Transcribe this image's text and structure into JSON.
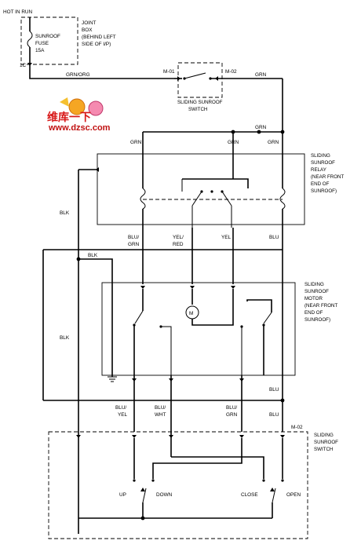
{
  "power": {
    "hot_in_run": "HOT IN RUN",
    "fuse_line1": "SUNROOF",
    "fuse_line2": "FUSE",
    "fuse_line3": "15A",
    "joint_box_line1": "JOINT",
    "joint_box_line2": "BOX",
    "joint_box_line3": "(BEHIND LEFT",
    "joint_box_line4": "SIDE OF I/P)",
    "pin": "1C"
  },
  "watermark": {
    "brand": "维库一下",
    "url": "www.dzsc.com"
  },
  "top_switch": {
    "left_connector": "M-01",
    "right_connector": "M-02",
    "left_wire": "GRN/ORG",
    "right_wire": "GRN",
    "label_line1": "SLIDING SUNROOF",
    "label_line2": "SWITCH"
  },
  "relay": {
    "wire_top_1": "GRN",
    "wire_top_2": "GRN",
    "wire_top_3": "GRN",
    "wire_bus": "GRN",
    "label_line1": "SLIDING",
    "label_line2": "SUNROOF",
    "label_line3": "RELAY",
    "label_line4": "(NEAR FRONT",
    "label_line5": "END OF",
    "label_line6": "SUNROOF)",
    "out_1_line1": "BLU/",
    "out_1_line2": "GRN",
    "out_2_line1": "YEL/",
    "out_2_line2": "RED",
    "out_3": "YEL",
    "out_4": "BLU"
  },
  "ground": {
    "blk_left": "BLK",
    "blk_branch": "BLK",
    "blk_lower": "BLK"
  },
  "motor": {
    "label_line1": "SLIDING",
    "label_line2": "SUNROOF",
    "label_line3": "MOTOR",
    "label_line4": "(NEAR FRONT",
    "label_line5": "END OF",
    "label_line6": "SUNROOF)",
    "motor_symbol": "M",
    "out_blu": "BLU"
  },
  "lower_wires": {
    "w1_line1": "BLU/",
    "w1_line2": "YEL",
    "w2_line1": "BLU/",
    "w2_line2": "WHT",
    "w3_line1": "BLU/",
    "w3_line2": "GRN",
    "w4": "BLU"
  },
  "bottom_switch": {
    "connector": "M-02",
    "label_line1": "SLIDING",
    "label_line2": "SUNROOF",
    "label_line3": "SWITCH",
    "up": "UP",
    "down": "DOWN",
    "close": "CLOSE",
    "open": "OPEN"
  }
}
